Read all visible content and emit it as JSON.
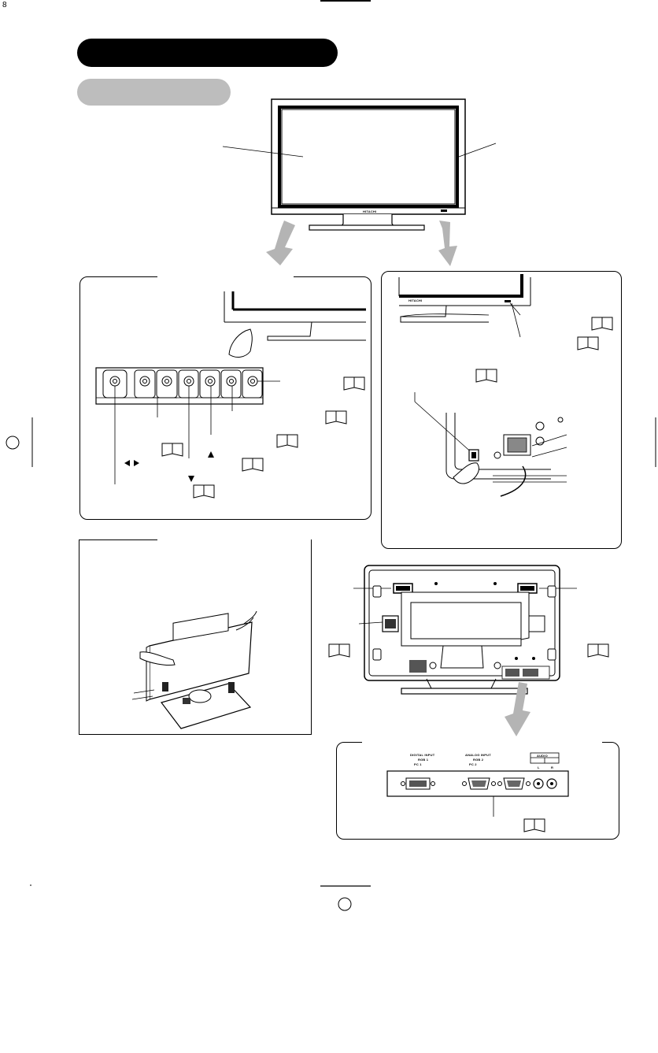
{
  "page": {
    "number": "8"
  },
  "front_panel": {
    "brand": "HITACHI"
  },
  "connector_panel": {
    "digital_input_label": "DIGITAL INPUT",
    "digital_input_sub": "RGB 1",
    "digital_input_pc": "PC 1",
    "analog_input_label": "ANALOG INPUT",
    "analog_input_sub": "RGB 2",
    "analog_input_pc": "PC 2",
    "audio_label": "AUDIO",
    "audio_sub_left": "L",
    "audio_sub_right": "R"
  },
  "icons": [
    "book-reference-icon",
    "hand-pointer-icon",
    "arrow-down-icon",
    "power-button-icon",
    "circle-marker-icon"
  ],
  "colors": {
    "title_bar": "#000000",
    "subtitle_bar": "#bdbdbd",
    "arrow": "#b4b4b4"
  }
}
